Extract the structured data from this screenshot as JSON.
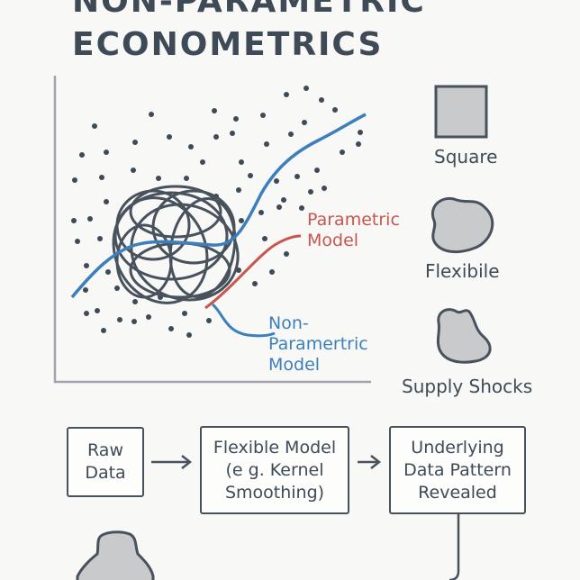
{
  "title": "NON-PARAMETRIC\nECONOMETRICS",
  "plot": {
    "curve_labels": {
      "parametric": "Parametric\nModel",
      "non_parametric": "Non-\nParamertric\nModel"
    },
    "colors": {
      "parametric": "#c9554f",
      "non_parametric": "#3c7fbc",
      "axis": "#9ea4aa",
      "points": "#3f4a57"
    }
  },
  "shapes": [
    {
      "icon": "square-icon",
      "label": "Square"
    },
    {
      "icon": "blob-icon",
      "label": "Flexibile"
    },
    {
      "icon": "blob-icon",
      "label": "Supply Shocks"
    }
  ],
  "flow": [
    {
      "label": "Raw\nData"
    },
    {
      "label": "Flexible Model\n(e g. Kernel\nSmoothing)"
    },
    {
      "label": "Underlying\nData Pattern\nRevealed"
    }
  ]
}
